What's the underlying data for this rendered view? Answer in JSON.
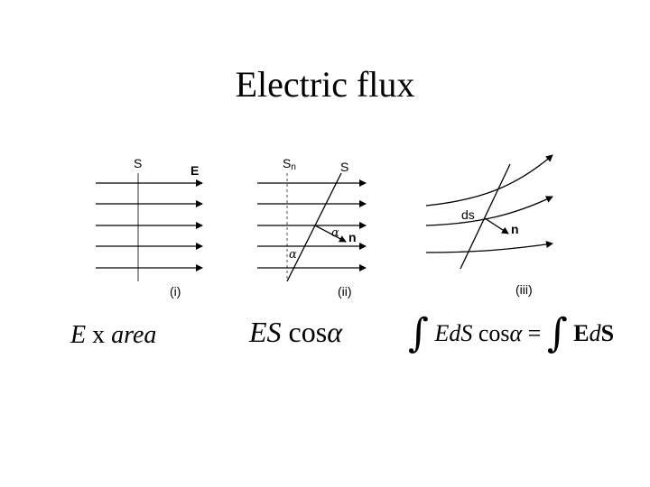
{
  "title": "Electric flux",
  "panels": {
    "i": {
      "caption": "(i)",
      "surface_label": "S",
      "field_label": "E"
    },
    "ii": {
      "caption": "(ii)",
      "normal_surface_label": "S",
      "normal_surface_sub": "n",
      "surface_label": "S",
      "angle_label": "α",
      "normal_label": "n",
      "angle_label_2": "α"
    },
    "iii": {
      "caption": "(iii)",
      "element_label": "ds",
      "normal_label": "n"
    }
  },
  "formulas": {
    "f1": {
      "E": "E",
      "x": " x ",
      "area": "area"
    },
    "f2": {
      "ES": "ES",
      "cos": " cos",
      "alpha": "α"
    },
    "f3": {
      "int1": "∫",
      "EdS": " Ed",
      "S": "S",
      "cos": " cos",
      "alpha": "α",
      "eq": " = ",
      "int2": "∫",
      "Ebold": " E",
      "d": "d",
      "Sbold": "S"
    }
  }
}
